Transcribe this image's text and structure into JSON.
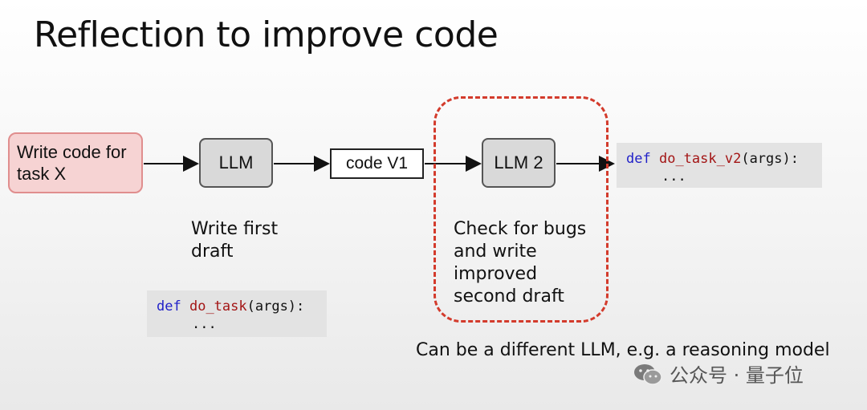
{
  "title": "Reflection to improve code",
  "nodes": {
    "input": "Write code for\ntask X",
    "llm1": "LLM",
    "code_v1": "code V1",
    "llm2": "LLM 2"
  },
  "labels": {
    "first_draft": "Write first\ndraft",
    "check": "Check for bugs\nand write\nimproved\nsecond draft",
    "note": "Can be a different LLM,\ne.g. a reasoning model"
  },
  "code_v1": {
    "keyword": "def",
    "fn_name": "do_task",
    "args": "(args):",
    "body": "..."
  },
  "code_v2": {
    "keyword": "def",
    "fn_name": "do_task_v2",
    "args": "(args):",
    "body": "..."
  },
  "watermark": "公众号 · 量子位",
  "colors": {
    "input_fill": "#f6d3d3",
    "input_border": "#e08e8e",
    "llm_fill": "#d9d9d9",
    "dashed_region": "#d33b2c",
    "code_bg": "#e3e3e3",
    "keyword": "#1f1fc8",
    "function_name": "#a31515"
  }
}
